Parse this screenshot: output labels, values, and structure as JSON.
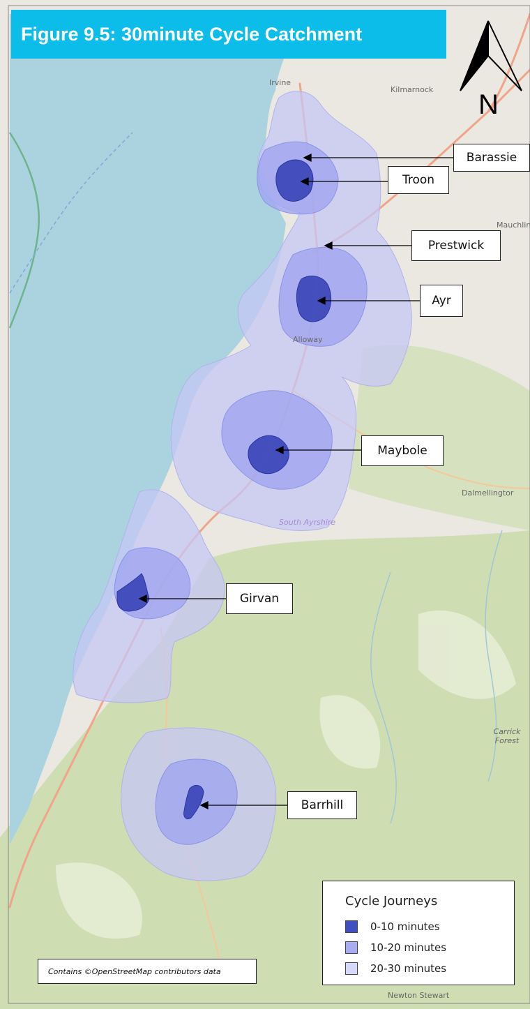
{
  "title": "Figure 9.5: 30minute Cycle Catchment",
  "north_label": "N",
  "towns": [
    {
      "name": "Barassie",
      "label": "Barassie"
    },
    {
      "name": "Troon",
      "label": "Troon"
    },
    {
      "name": "Prestwick",
      "label": "Prestwick"
    },
    {
      "name": "Ayr",
      "label": "Ayr"
    },
    {
      "name": "Maybole",
      "label": "Maybole"
    },
    {
      "name": "Girvan",
      "label": "Girvan"
    },
    {
      "name": "Barrhill",
      "label": "Barrhill"
    }
  ],
  "basemap_labels": {
    "irvine": "Irvine",
    "kilmarnock": "Kilmarnock",
    "mauchline": "Mauchlin",
    "alloway": "Alloway",
    "dalmellington": "Dalmellingtor",
    "south_ayrshire": "South Ayrshire",
    "carrick_forest": "Carrick Forest",
    "newton_stewart": "Newton Stewart"
  },
  "legend": {
    "title": "Cycle Journeys",
    "items": [
      {
        "label": "0-10 minutes",
        "color": "#3f4fbf"
      },
      {
        "label": "10-20 minutes",
        "color": "#a9acf0"
      },
      {
        "label": "20-30 minutes",
        "color": "#d7d8f7"
      }
    ]
  },
  "credit": "Contains ©OpenStreetMap contributors data",
  "colors": {
    "title_bg": "#0bbde8",
    "sea": "#a9d2dd",
    "land": "#eae8e0",
    "forest": "#c8d9a8",
    "catchment_30": "#c5c7f5",
    "catchment_20": "#9a9ff0",
    "catchment_10": "#3a45b8"
  }
}
